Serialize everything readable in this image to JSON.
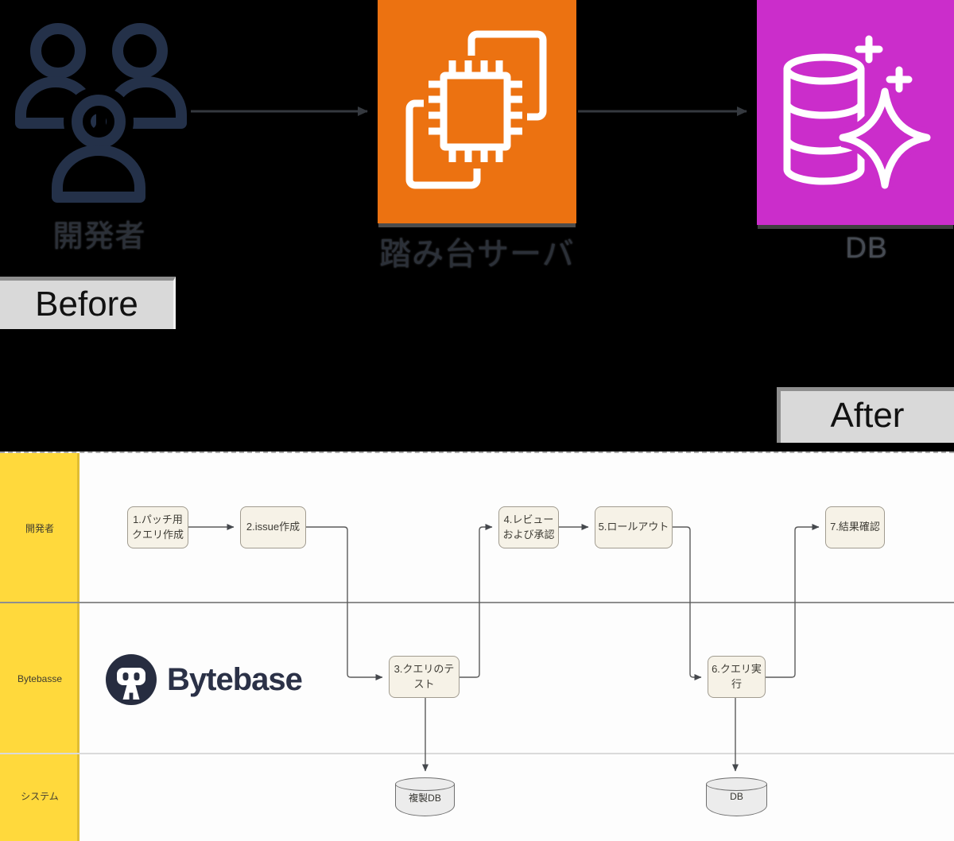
{
  "before_flow": {
    "badge": "Before",
    "nodes": [
      {
        "label": "開発者",
        "icon": "users-icon",
        "color": "#243149"
      },
      {
        "label": "踏み台サーバ",
        "icon": "chip-icon",
        "color": "#EC7211"
      },
      {
        "label": "DB",
        "icon": "database-sparkle-icon",
        "color": "#CB2DCB"
      }
    ]
  },
  "after_flow": {
    "badge": "After"
  },
  "swimlane": {
    "lane_color": "#FFD93C",
    "lanes": [
      {
        "label": "開発者"
      },
      {
        "label": "Bytebasse"
      },
      {
        "label": "システム"
      }
    ],
    "steps": [
      {
        "line1": "1.パッチ用",
        "line2": "クエリ作成"
      },
      {
        "line1": "2.issue作成"
      },
      {
        "line1": "3.クエリのテ",
        "line2": "スト"
      },
      {
        "line1": "4.レビュー",
        "line2": "および承認"
      },
      {
        "line1": "5.ロールアウト"
      },
      {
        "line1": "6.クエリ実",
        "line2": "行"
      },
      {
        "line1": "7.結果確認"
      }
    ],
    "databases": [
      {
        "label": "複製DB"
      },
      {
        "label": "DB"
      }
    ]
  },
  "logo": {
    "text": "Bytebase",
    "icon": "bytebase-mascot-icon"
  }
}
